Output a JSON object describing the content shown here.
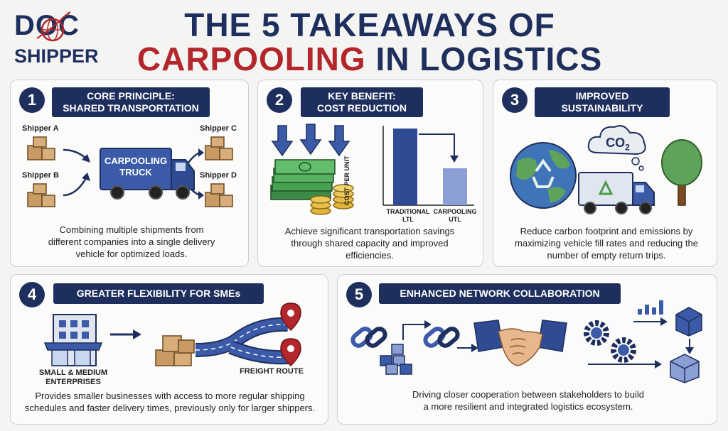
{
  "logo": {
    "line1": "DOC",
    "line2": "SHIPPER"
  },
  "title": {
    "line1": "THE 5 TAKEAWAYS OF",
    "highlight": "CARPOOLING",
    "line2_rest": "IN LOGISTICS"
  },
  "colors": {
    "navy": "#1e2f5e",
    "red": "#b3262c",
    "bar_dark": "#2f4b94",
    "bar_light": "#8c9fd4"
  },
  "cards": [
    {
      "number": "1",
      "heading_line1": "CORE PRINCIPLE:",
      "heading_line2": "SHARED TRANSPORTATION",
      "shipper_a": "Shipper A",
      "shipper_b": "Shipper B",
      "shipper_c": "Shipper C",
      "shipper_d": "Shipper D",
      "truck_line1": "CARPOOLING",
      "truck_line2": "TRUCK",
      "description": "Combining multiple shipments from different companies into a single delivery vehicle for optimized loads."
    },
    {
      "number": "2",
      "heading_line1": "KEY BENEFIT:",
      "heading_line2": "COST REDUCTION",
      "y_axis_label": "COST PER UNIT",
      "bar1_line1": "TRADITIONAL",
      "bar1_line2": "LTL",
      "bar2_line1": "CARPOOLING",
      "bar2_line2": "UTL",
      "description": "Achieve significant transportation savings through shared capacity and improved efficiencies."
    },
    {
      "number": "3",
      "heading_line1": "IMPROVED",
      "heading_line2": "SUSTAINABILITY",
      "co2": "CO",
      "co2_sub": "2",
      "description": "Reduce carbon footprint and emissions by maximizing vehicle fill rates and reducing the number of empty return trips."
    },
    {
      "number": "4",
      "heading": "GREATER FLEXIBILITY FOR SMEs",
      "sme_line1": "SMALL & MEDIUM",
      "sme_line2": "ENTERPRISES",
      "route_label": "FREIGHT ROUTE",
      "description_line1": "Provides smaller businesses with access to more regular shipping",
      "description_line2": "schedules and faster delivery times, previously only for larger shippers."
    },
    {
      "number": "5",
      "heading": "ENHANCED NETWORK COLLABORATION",
      "description_line1": "Driving closer cooperation between stakeholders to build",
      "description_line2": "a more resilient and integrated logistics ecosystem."
    }
  ]
}
